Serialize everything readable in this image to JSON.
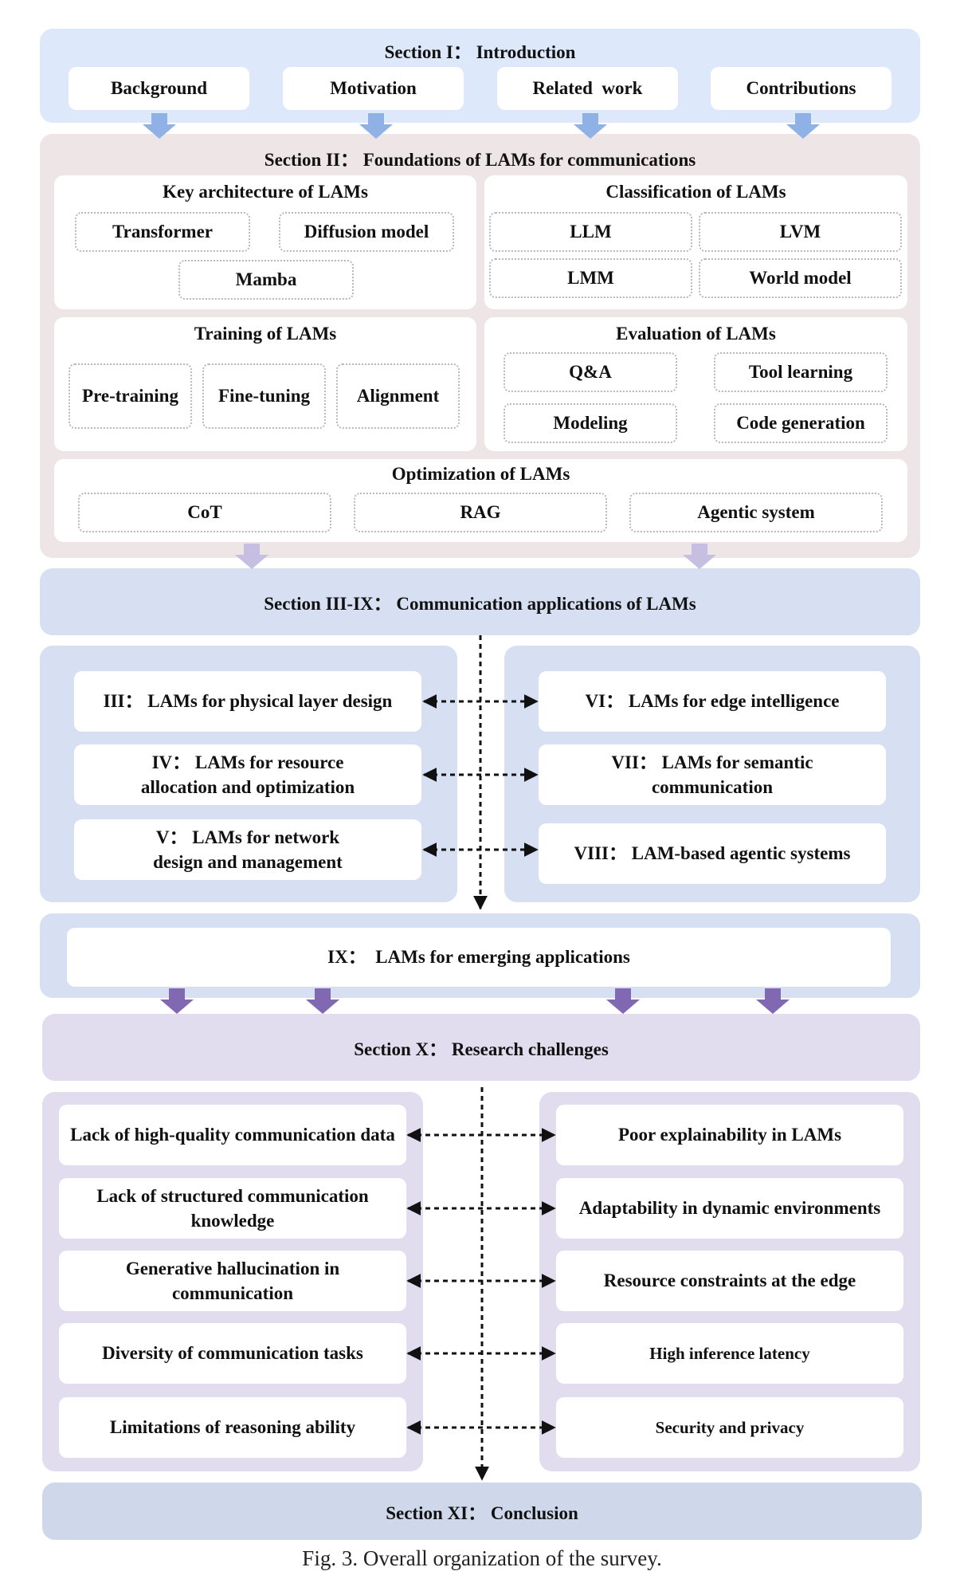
{
  "section1": {
    "title": "Section I： Introduction",
    "items": [
      "Background",
      "Motivation",
      "Related  work",
      "Contributions"
    ]
  },
  "section2": {
    "title": "Section II：  Foundations of LAMs for communications",
    "key_arch": {
      "title": "Key architecture of LAMs",
      "items": [
        "Transformer",
        "Diffusion model",
        "Mamba"
      ]
    },
    "classification": {
      "title": "Classification of LAMs",
      "items": [
        "LLM",
        "LVM",
        "LMM",
        "World model"
      ]
    },
    "training": {
      "title": "Training of LAMs",
      "items": [
        "Pre-training",
        "Fine-tuning",
        "Alignment"
      ]
    },
    "evaluation": {
      "title": "Evaluation of LAMs",
      "items": [
        "Q&A",
        "Tool learning",
        "Modeling",
        "Code generation"
      ]
    },
    "optimization": {
      "title": "Optimization of LAMs",
      "items": [
        "CoT",
        "RAG",
        "Agentic system"
      ]
    }
  },
  "section3": {
    "title": "Section III-IX： Communication applications of LAMs",
    "left": [
      "III： LAMs for physical layer design",
      "IV： LAMs for resource allocation and optimization",
      "V： LAMs for network design and management"
    ],
    "right": [
      "VI： LAMs for edge intelligence",
      "VII： LAMs for semantic communication",
      "VIII： LAM-based agentic systems"
    ]
  },
  "emerging": {
    "title": "IX：  LAMs for emerging applications"
  },
  "section10": {
    "title": "Section X： Research challenges",
    "left": [
      "Lack of high-quality communication data",
      "Lack of structured communication knowledge",
      "Generative hallucination in communication",
      "Diversity of communication tasks",
      "Limitations of reasoning ability"
    ],
    "right": [
      "Poor explainability in LAMs",
      "Adaptability in dynamic environments",
      "Resource constraints at the edge",
      "High inference latency",
      "Security and privacy"
    ]
  },
  "section11": {
    "title": "Section XI： Conclusion"
  },
  "caption": "Fig. 3. Overall organization of the survey.",
  "colors": {
    "intro_arrow": "#8fb1e6",
    "found_arrow": "#c6bfe2",
    "chal_arrow": "#8068b3",
    "connector": "#111111"
  }
}
